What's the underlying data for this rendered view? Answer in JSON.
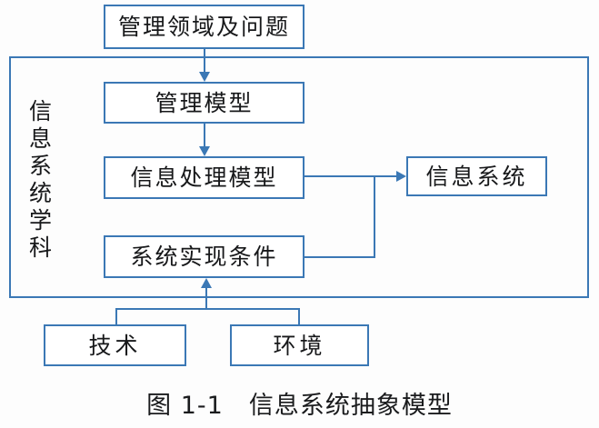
{
  "figure": {
    "caption": "图 1-1　信息系统抽象模型",
    "caption_number": "图 1-1",
    "caption_title": "信息系统抽象模型"
  },
  "colors": {
    "stroke": "#3b78b5",
    "text": "#17181a",
    "background": "#fdfdfd"
  },
  "container": {
    "label": "信息系统学科"
  },
  "nodes": {
    "management_domain": "管理领域及问题",
    "management_model": "管理模型",
    "info_processing_model": "信息处理模型",
    "system_conditions": "系统实现条件",
    "information_system": "信息系统",
    "technology": "技术",
    "environment": "环境"
  },
  "edges": [
    {
      "name": "domain-to-management-model",
      "from": "管理领域及问题",
      "to": "管理模型",
      "arrow": "down"
    },
    {
      "name": "management-model-to-processing-model",
      "from": "管理模型",
      "to": "信息处理模型",
      "arrow": "down"
    },
    {
      "name": "processing-model-to-information-system",
      "from": "信息处理模型",
      "to": "信息系统",
      "arrow": "right"
    },
    {
      "name": "system-conditions-to-information-system",
      "from": "系统实现条件",
      "to": "信息系统",
      "arrow": "right"
    },
    {
      "name": "technology-to-system-conditions",
      "from": "技术",
      "to": "系统实现条件",
      "arrow": "up"
    },
    {
      "name": "environment-to-system-conditions",
      "from": "环境",
      "to": "系统实现条件",
      "arrow": "up"
    }
  ]
}
